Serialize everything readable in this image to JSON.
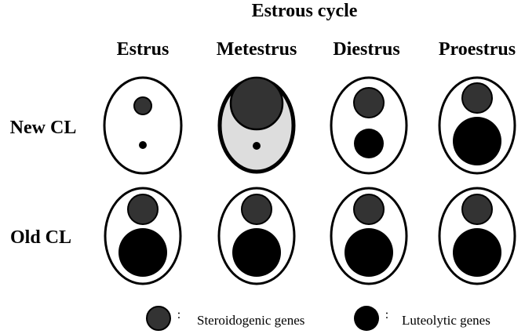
{
  "header": {
    "title": "Estrous cycle"
  },
  "columns": [
    {
      "label": "Estrus"
    },
    {
      "label": "Metestrus"
    },
    {
      "label": "Diestrus"
    },
    {
      "label": "Proestrus"
    }
  ],
  "rows": [
    {
      "label": "New CL"
    },
    {
      "label": "Old CL"
    }
  ],
  "legend": {
    "steroidogenic": {
      "separator": ":",
      "label": "Steroidogenic genes"
    },
    "luteolytic": {
      "separator": ":",
      "label": "Luteolytic genes"
    }
  },
  "colors": {
    "steroidogenic": "#333333",
    "luteolytic": "#000000",
    "highlight_fill": "#dddddd",
    "cell_fill": "#ffffff"
  }
}
